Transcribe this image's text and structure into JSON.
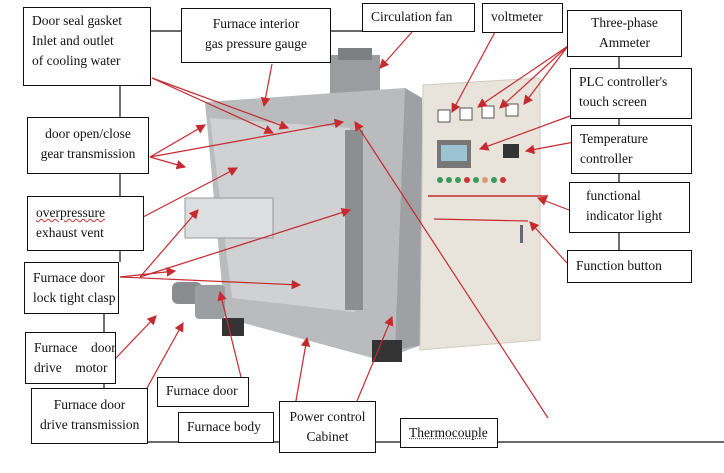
{
  "labels": {
    "door_seal": [
      "Door seal  gasket",
      "Inlet and outlet",
      "of cooling water"
    ],
    "pressure_gauge": [
      "Furnace    interior",
      "gas pressure gauge"
    ],
    "circulation_fan": "Circulation fan",
    "voltmeter": "voltmeter",
    "ammeter": [
      "Three-phase",
      "Ammeter"
    ],
    "plc": [
      "PLC controller's",
      "touch screen"
    ],
    "temp_controller": [
      "Temperature",
      "controller"
    ],
    "indicator_light": [
      "functional",
      "indicator light"
    ],
    "function_button": "Function button",
    "door_gear": [
      "door open/close",
      "gear transmission"
    ],
    "exhaust_vent": [
      "overpressure",
      "exhaust vent"
    ],
    "door_clasp": [
      "Furnace door",
      "lock tight clasp"
    ],
    "door_motor": [
      "Furnace    door",
      "drive    motor"
    ],
    "door_transmission": [
      "Furnace door",
      "drive transmission"
    ],
    "furnace_door": "Furnace door",
    "furnace_body": "Furnace body",
    "power_cabinet": [
      "Power control",
      "Cabinet"
    ],
    "thermocouple": "Thermocouple"
  },
  "colors": {
    "arrow": "#c62a2f",
    "furnace": "#b9bbbd",
    "cabinet": "#e8e4dc"
  }
}
